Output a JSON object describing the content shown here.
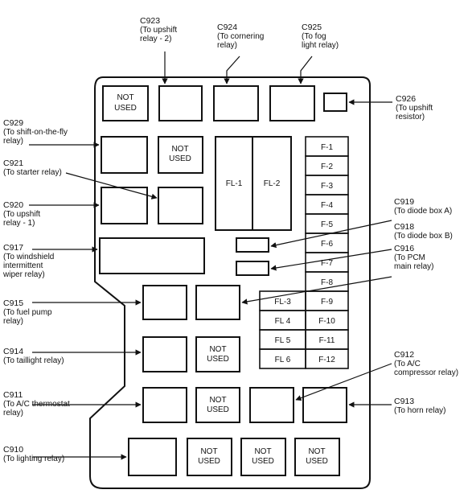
{
  "connectors": {
    "c923": {
      "code": "C923",
      "desc": [
        "(To upshift",
        "relay - 2)"
      ]
    },
    "c924": {
      "code": "C924",
      "desc": [
        "(To cornering",
        "relay)"
      ]
    },
    "c925": {
      "code": "C925",
      "desc": [
        "(To fog",
        "light relay)"
      ]
    },
    "c926": {
      "code": "C926",
      "desc": [
        "(To upshift",
        "resistor)"
      ]
    },
    "c929": {
      "code": "C929",
      "desc": [
        "(To shift-on-the-fly",
        "relay)"
      ]
    },
    "c921": {
      "code": "C921",
      "desc": [
        "(To starter relay)"
      ]
    },
    "c920": {
      "code": "C920",
      "desc": [
        "(To upshift",
        "relay - 1)"
      ]
    },
    "c917": {
      "code": "C917",
      "desc": [
        "(To windshield",
        "intermittent",
        "wiper relay)"
      ]
    },
    "c919": {
      "code": "C919",
      "desc": [
        "(To diode box A)"
      ]
    },
    "c918": {
      "code": "C918",
      "desc": [
        "(To diode box B)"
      ]
    },
    "c916": {
      "code": "C916",
      "desc": [
        "(To PCM",
        "main relay)"
      ]
    },
    "c915": {
      "code": "C915",
      "desc": [
        "(To fuel pump",
        "relay)"
      ]
    },
    "c914": {
      "code": "C914",
      "desc": [
        "(To taillight relay)"
      ]
    },
    "c912": {
      "code": "C912",
      "desc": [
        "(To A/C",
        "compressor relay)"
      ]
    },
    "c911": {
      "code": "C911",
      "desc": [
        "(To A/C thermostat",
        "relay)"
      ]
    },
    "c913": {
      "code": "C913",
      "desc": [
        "(To horn relay)"
      ]
    },
    "c910": {
      "code": "C910",
      "desc": [
        "(To lighting relay)"
      ]
    }
  },
  "not_used": [
    "NOT",
    "USED"
  ],
  "fusible_links": [
    "FL-1",
    "FL-2"
  ],
  "fuses": [
    "F-1",
    "F-2",
    "F-3",
    "F-4",
    "F-5",
    "F-6",
    "F-7",
    "F-8",
    "F-9",
    "F-10",
    "F-11",
    "F-12"
  ],
  "small_links": [
    "FL-3",
    "FL 4",
    "FL 5",
    "FL 6"
  ]
}
